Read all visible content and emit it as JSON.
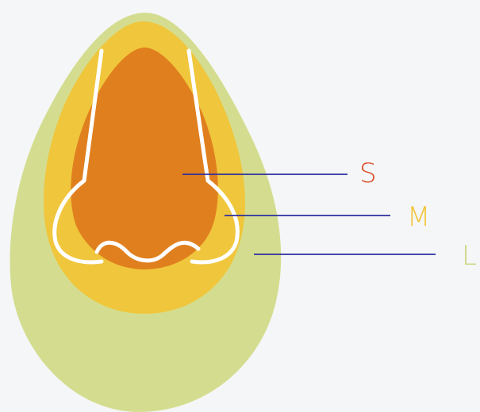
{
  "sizes": [
    {
      "label": "S",
      "color": "#d9461f",
      "line_color": "#2b2f9e"
    },
    {
      "label": "M",
      "color": "#f2c43a",
      "line_color": "#2b2f9e"
    },
    {
      "label": "L",
      "color": "#c9d27a",
      "line_color": "#2b2f9e"
    }
  ],
  "colors": {
    "background": "#f5f6f7",
    "large_zone": "#d4dd8f",
    "medium_zone": "#f0c63c",
    "small_zone": "#e07f1e",
    "nose_outline": "#ffffff"
  }
}
